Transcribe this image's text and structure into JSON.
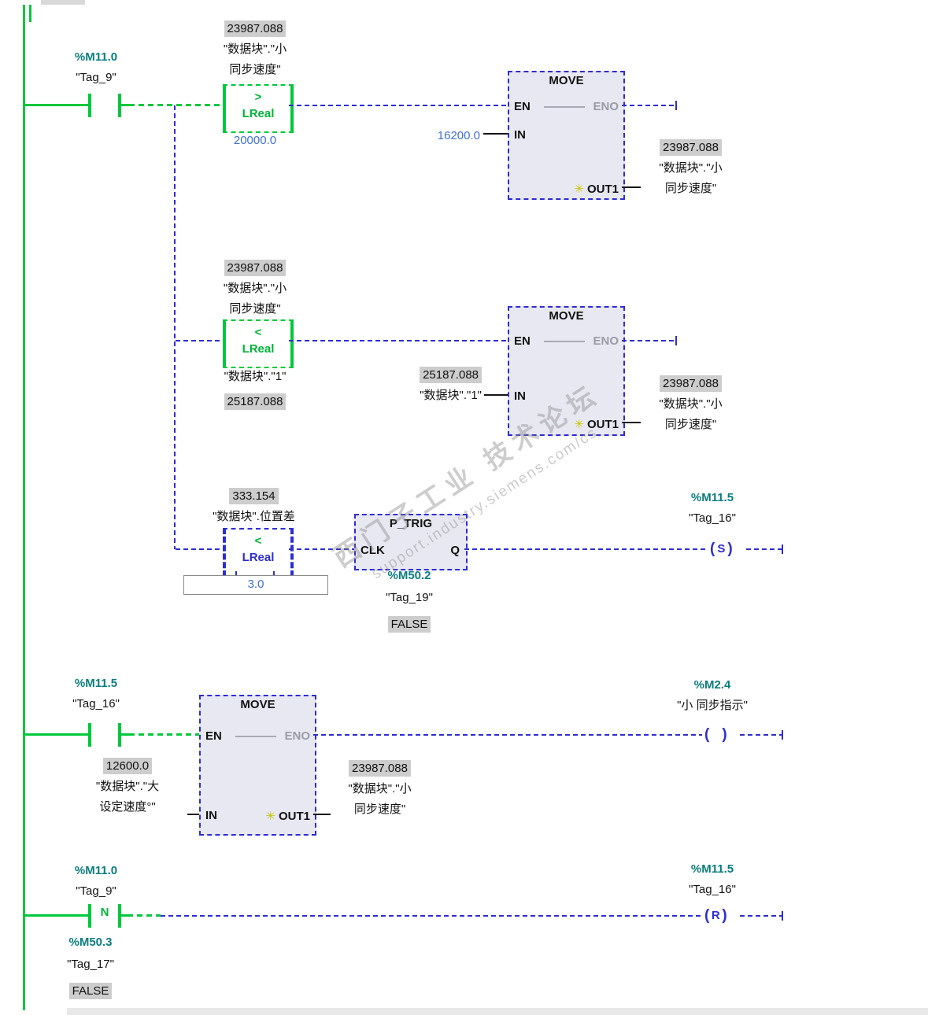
{
  "watermark": {
    "title": "西门子工业 技术论坛",
    "url": "support.industry.siemens.com/cs"
  },
  "network1": {
    "contact": {
      "address": "%M11.0",
      "tag": "\"Tag_9\""
    },
    "branch1": {
      "compare": {
        "operator": ">",
        "datatype": "LReal",
        "operand_value": "23987.088",
        "operand_line1": "\"数据块\".\"小",
        "operand_line2": "同步速度\"",
        "limit_value": "20000.0"
      },
      "move": {
        "title": "MOVE",
        "pin_en": "EN",
        "pin_eno": "ENO",
        "pin_in": "IN",
        "pin_out1": "OUT1",
        "in_value": "16200.0",
        "out_value": "23987.088",
        "out_line1": "\"数据块\".\"小",
        "out_line2": "同步速度\""
      }
    },
    "branch2": {
      "compare": {
        "operator": "<",
        "datatype": "LReal",
        "operand_value": "23987.088",
        "operand_line1": "\"数据块\".\"小",
        "operand_line2": "同步速度\"",
        "limit_name": "\"数据块\".\"1\"",
        "limit_value": "25187.088"
      },
      "move": {
        "title": "MOVE",
        "pin_en": "EN",
        "pin_eno": "ENO",
        "pin_in": "IN",
        "pin_out1": "OUT1",
        "in_value": "25187.088",
        "in_name": "\"数据块\".\"1\"",
        "out_value": "23987.088",
        "out_line1": "\"数据块\".\"小",
        "out_line2": "同步速度\""
      }
    },
    "branch3": {
      "compare": {
        "operator": "<",
        "datatype": "LReal",
        "operand_value": "333.154",
        "operand_name": "\"数据块\".位置差",
        "limit_value": "3.0"
      },
      "p_trig": {
        "title": "P_TRIG",
        "pin_clk": "CLK",
        "pin_q": "Q",
        "address": "%M50.2",
        "tag": "\"Tag_19\"",
        "state": "FALSE"
      },
      "set_coil": {
        "symbol": "S",
        "address": "%M11.5",
        "tag": "\"Tag_16\""
      }
    }
  },
  "network2": {
    "contact": {
      "address": "%M11.5",
      "tag": "\"Tag_16\""
    },
    "move": {
      "title": "MOVE",
      "pin_en": "EN",
      "pin_eno": "ENO",
      "pin_in": "IN",
      "pin_out1": "OUT1",
      "in_value": "12600.0",
      "in_line1": "\"数据块\".\"大",
      "in_line2": "设定速度°\"",
      "out_value": "23987.088",
      "out_line1": "\"数据块\".\"小",
      "out_line2": "同步速度\""
    },
    "coil": {
      "symbol": "",
      "address": "%M2.4",
      "tag": "\"小 同步指示\""
    }
  },
  "network3": {
    "contact": {
      "address": "%M11.0",
      "tag": "\"Tag_9\"",
      "edge": "N",
      "aux_address": "%M50.3",
      "aux_tag": "\"Tag_17\"",
      "state": "FALSE"
    },
    "reset_coil": {
      "symbol": "R",
      "address": "%M11.5",
      "tag": "\"Tag_16\""
    }
  },
  "colors": {
    "energized_green": "#00c83c",
    "inactive_blue": "#2d2dd2",
    "operand_teal": "#0a7d7d",
    "monitor_value_blue": "#3f6fd0",
    "monitor_bg_gray": "#cdcdcd",
    "block_fill": "#e8e8f2"
  }
}
